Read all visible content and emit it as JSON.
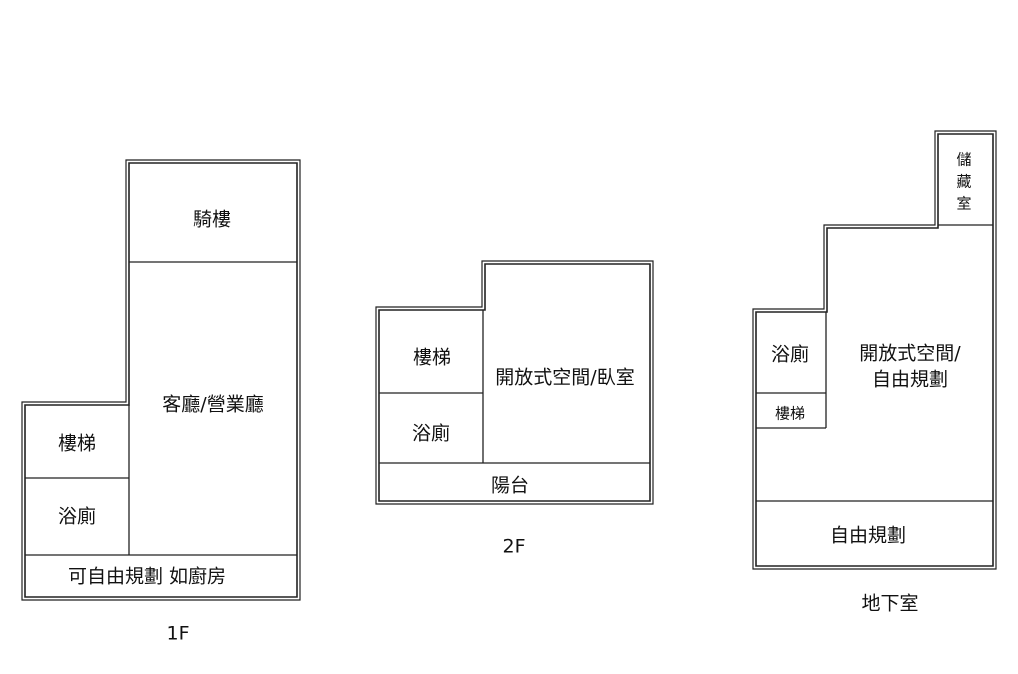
{
  "floors": {
    "f1": {
      "label": "1F",
      "rooms": {
        "arcade": "騎樓",
        "living": "客廳/營業廳",
        "stairs": "樓梯",
        "bath": "浴廁",
        "free": "可自由規劃 如廚房"
      }
    },
    "f2": {
      "label": "2F",
      "rooms": {
        "stairs": "樓梯",
        "bath": "浴廁",
        "open": "開放式空間/臥室",
        "balcony": "陽台"
      }
    },
    "b1": {
      "label": "地下室",
      "rooms": {
        "storage": [
          "儲",
          "藏",
          "室"
        ],
        "bath": "浴廁",
        "stairs": "樓梯",
        "open": [
          "開放式空間/",
          "自由規劃"
        ],
        "free": "自由規劃"
      }
    }
  }
}
